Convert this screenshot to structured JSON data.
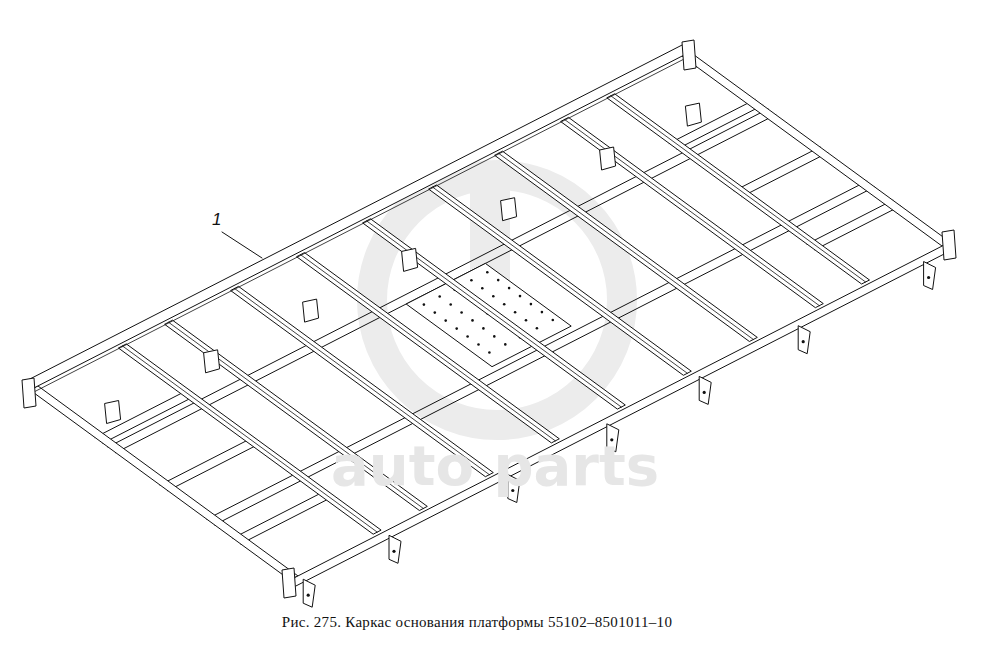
{
  "diagram": {
    "caption": "Рис. 275. Каркас основания платформы 55102–8501011–10",
    "labels": [
      "1",
      "auto parts"
    ]
  }
}
